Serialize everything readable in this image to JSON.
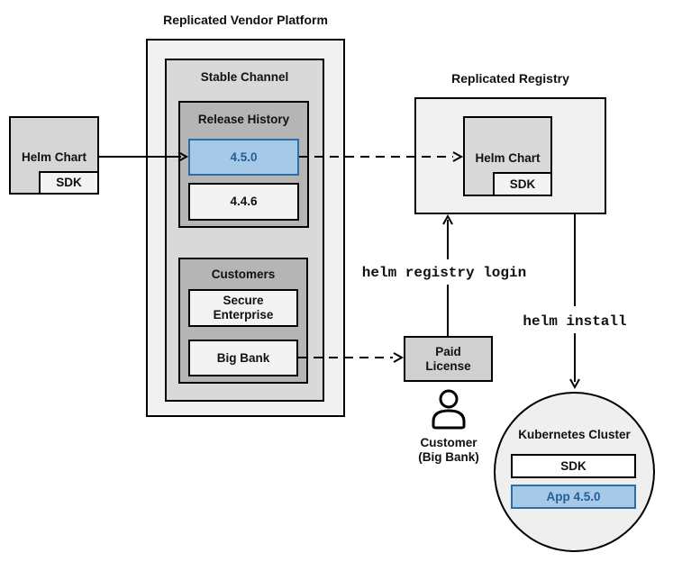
{
  "colors": {
    "highlight_fill": "#a6c9e8",
    "highlight_border": "#2e6da4",
    "highlight_text": "#235d97",
    "container_fill": "#f1f1f1",
    "channel_fill": "#d9d9d9",
    "group_fill": "#b5b5b5",
    "item_fill": "#f3f3f3",
    "chart_fill": "#d6d6d6",
    "license_fill": "#d0d0d0",
    "circle_fill": "#efefef",
    "line_color": "#000000"
  },
  "vendor_platform": {
    "title": "Replicated Vendor Platform"
  },
  "stable_channel": {
    "title": "Stable Channel"
  },
  "release_history": {
    "title": "Release History",
    "releases": [
      {
        "version": "4.5.0",
        "highlighted": true
      },
      {
        "version": "4.4.6",
        "highlighted": false
      }
    ]
  },
  "customers": {
    "title": "Customers",
    "items": [
      {
        "name": "Secure Enterprise"
      },
      {
        "name": "Big Bank"
      }
    ]
  },
  "source_chart": {
    "label": "Helm Chart",
    "sdk": "SDK"
  },
  "registry": {
    "title": "Replicated Registry",
    "chart_label": "Helm Chart",
    "sdk": "SDK"
  },
  "paid_license": {
    "label": "Paid License"
  },
  "customer_caption": {
    "line1": "Customer",
    "line2": "(Big Bank)"
  },
  "commands": {
    "login": "helm registry login",
    "install": "helm install"
  },
  "cluster": {
    "title": "Kubernetes Cluster",
    "sdk": "SDK",
    "app": "App 4.5.0"
  }
}
